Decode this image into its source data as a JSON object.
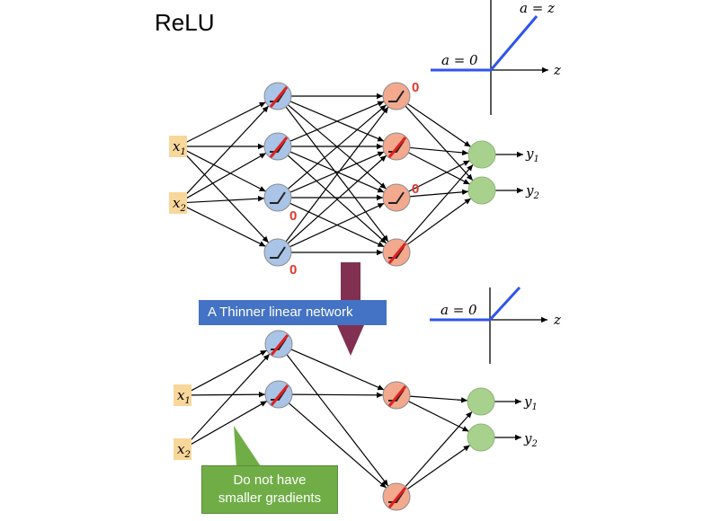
{
  "title": "ReLU",
  "banner": "A Thinner linear network",
  "callout": {
    "line1": "Do not have",
    "line2": "smaller gradients"
  },
  "graph_top": {
    "left_label": "a = 0",
    "right_label": "a = z",
    "axis_label": "z"
  },
  "graph_bottom": {
    "left_label": "a = 0",
    "axis_label": "z"
  },
  "inputs": [
    "x",
    "x"
  ],
  "input_subscripts": [
    "1",
    "2"
  ],
  "outputs": [
    "y",
    "y"
  ],
  "output_subscripts": [
    "1",
    "2"
  ],
  "zero_label": "0",
  "colors": {
    "blue_node": "#a9c4e6",
    "orange_node": "#f2a98e",
    "green_node": "#a9d18e",
    "relu_curve": "#2f54eb",
    "relu_active": "#e02020",
    "big_arrow": "#7a2548",
    "banner": "#4472c4",
    "callout": "#70ad47",
    "input_box": "#f8d79a"
  }
}
